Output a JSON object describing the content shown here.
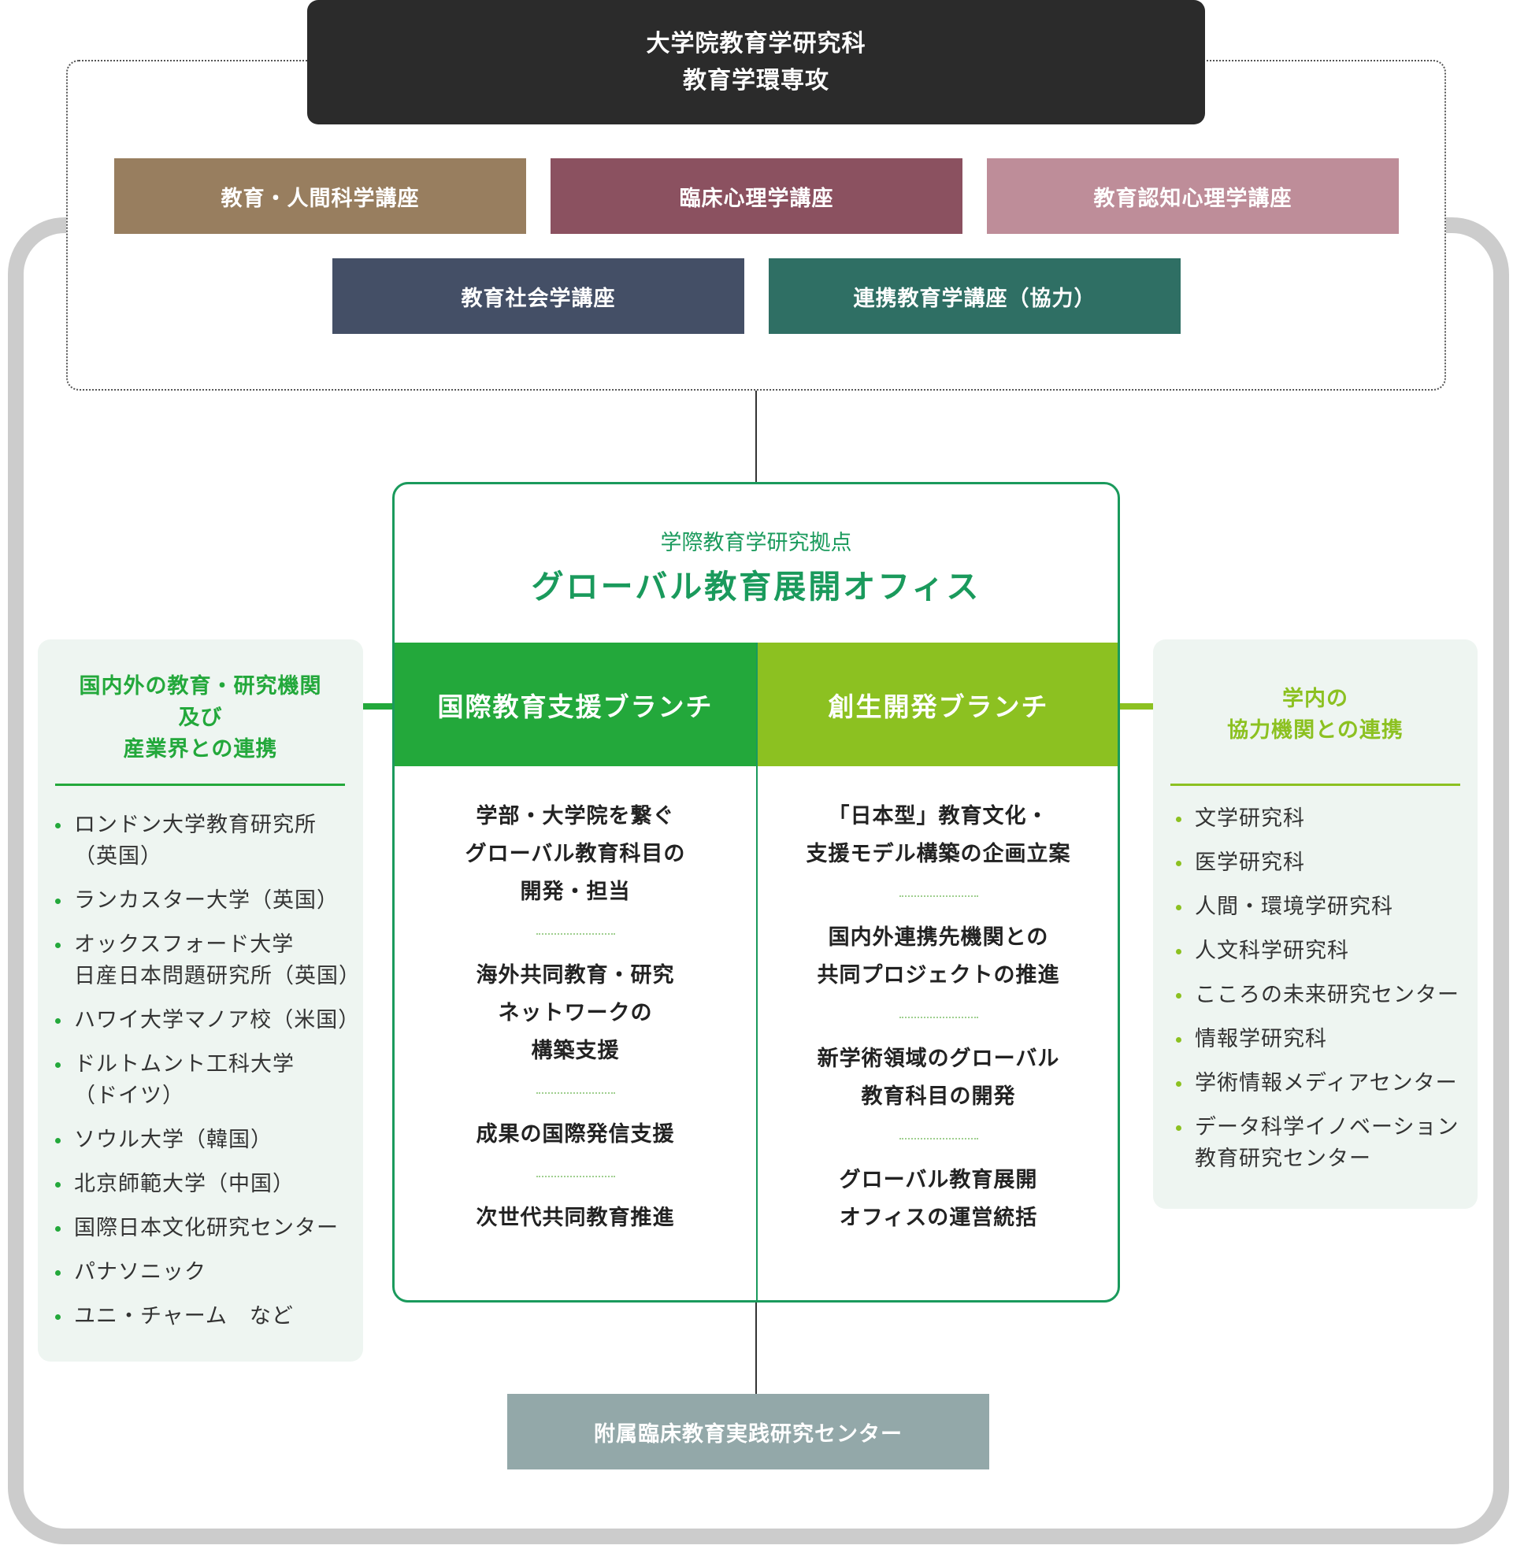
{
  "header": {
    "title_line1": "大学院教育学研究科",
    "title_line2": "教育学環専攻"
  },
  "departments": [
    {
      "label": "教育・人間科学講座",
      "color": "#987e5f"
    },
    {
      "label": "臨床心理学講座",
      "color": "#8b5160"
    },
    {
      "label": "教育認知心理学講座",
      "color": "#be8d99"
    },
    {
      "label": "教育社会学講座",
      "color": "#444f66"
    },
    {
      "label": "連携教育学講座（協力）",
      "color": "#2f6f64"
    }
  ],
  "office": {
    "subtitle": "学際教育学研究拠点",
    "title": "グローバル教育展開オフィス",
    "color": "#1a9a5c",
    "branches": [
      {
        "name": "国際教育支援ブランチ",
        "color": "#23a83b",
        "items": [
          [
            "学部・大学院を繋ぐ",
            "グローバル教育科目の",
            "開発・担当"
          ],
          [
            "海外共同教育・研究",
            "ネットワークの",
            "構築支援"
          ],
          [
            "成果の国際発信支援"
          ],
          [
            "次世代共同教育推進"
          ]
        ]
      },
      {
        "name": "創生開発ブランチ",
        "color": "#8cc121",
        "items": [
          [
            "「日本型」教育文化・",
            "支援モデル構築の企画立案"
          ],
          [
            "国内外連携先機関との",
            "共同プロジェクトの推進"
          ],
          [
            "新学術領域のグローバル",
            "教育科目の開発"
          ],
          [
            "グローバル教育展開",
            "オフィスの運営統括"
          ]
        ]
      }
    ]
  },
  "left_panel": {
    "title": [
      "国内外の教育・研究機関",
      "及び",
      "産業界との連携"
    ],
    "color": "#23a83b",
    "items": [
      [
        "ロンドン大学教育研究所",
        "（英国）"
      ],
      [
        "ランカスター大学（英国）"
      ],
      [
        "オックスフォード大学",
        "日産日本問題研究所（英国）"
      ],
      [
        "ハワイ大学マノア校（米国）"
      ],
      [
        "ドルトムント工科大学",
        "（ドイツ）"
      ],
      [
        "ソウル大学（韓国）"
      ],
      [
        "北京師範大学（中国）"
      ],
      [
        "国際日本文化研究センター"
      ],
      [
        "パナソニック"
      ],
      [
        "ユニ・チャーム　など"
      ]
    ]
  },
  "right_panel": {
    "title": [
      "学内の",
      "協力機関との連携"
    ],
    "color": "#8cc121",
    "items": [
      [
        "文学研究科"
      ],
      [
        "医学研究科"
      ],
      [
        "人間・環境学研究科"
      ],
      [
        "人文科学研究科"
      ],
      [
        "こころの未来研究センター"
      ],
      [
        "情報学研究科"
      ],
      [
        "学術情報メディアセンター"
      ],
      [
        "データ科学イノベーション",
        "教育研究センター"
      ]
    ]
  },
  "footer": {
    "label": "附属臨床教育実践研究センター",
    "color": "#93a8a9"
  }
}
